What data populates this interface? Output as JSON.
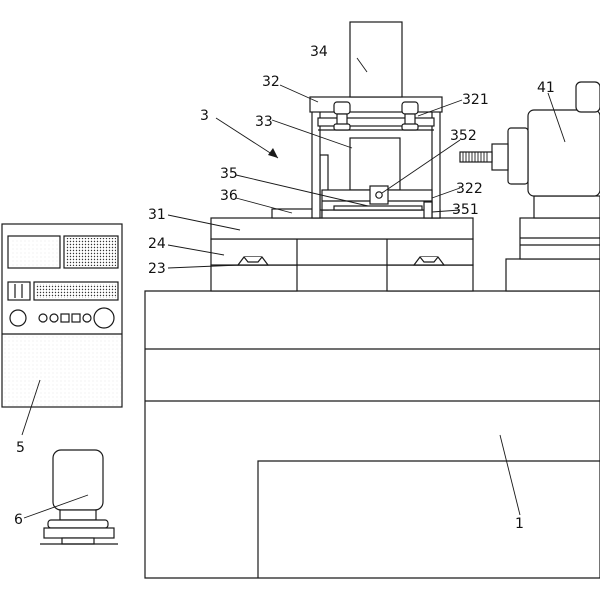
{
  "labels": {
    "l1": "1",
    "l3": "3",
    "l5": "5",
    "l6": "6",
    "l23": "23",
    "l24": "24",
    "l31": "31",
    "l32": "32",
    "l33": "33",
    "l34": "34",
    "l35": "35",
    "l36": "36",
    "l41": "41",
    "l321": "321",
    "l322": "322",
    "l351": "351",
    "l352": "352"
  },
  "colors": {
    "line": "#1a1a1a",
    "background": "#ffffff",
    "screen_dots": "#555555"
  }
}
